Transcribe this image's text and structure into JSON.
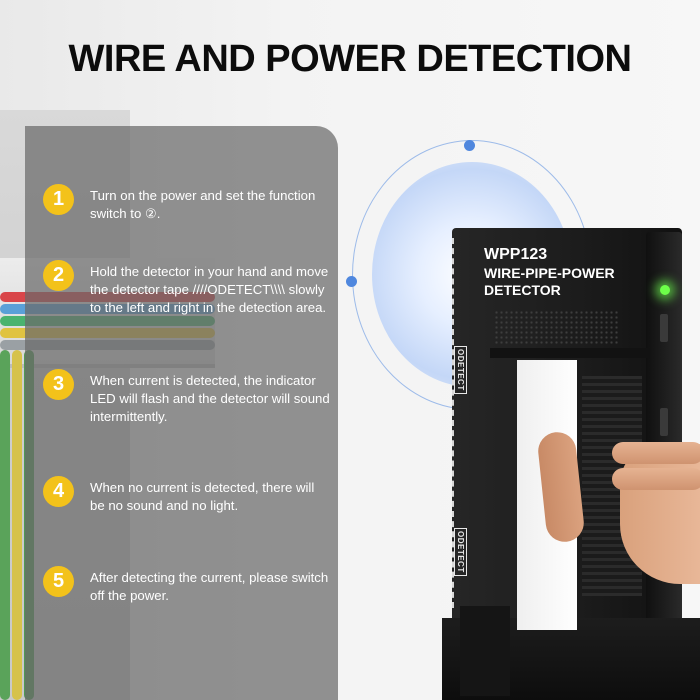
{
  "title": "WIRE AND POWER DETECTION",
  "steps": [
    {
      "number": "1",
      "text": "Turn on the power and set the function switch to ②."
    },
    {
      "number": "2",
      "text": "Hold the detector in your hand and move the detector tape ////ODETECT\\\\\\\\ slowly to the left and right in the detection area."
    },
    {
      "number": "3",
      "text": "When current is detected, the indicator LED will flash and the detector will sound intermittently."
    },
    {
      "number": "4",
      "text": "When no current is detected, there will be no sound and no light."
    },
    {
      "number": "5",
      "text": "After detecting the current, please switch off the power."
    }
  ],
  "device": {
    "model": "WPP123",
    "name_line1": "WIRE-PIPE-POWER",
    "name_line2": "DETECTOR",
    "brand": "ODETECT"
  },
  "colors": {
    "title": "#0c0c0c",
    "step_badge": "#f3c21a",
    "panel": "#696969",
    "led": "#6dff49",
    "ring": "#9dbbe9"
  }
}
